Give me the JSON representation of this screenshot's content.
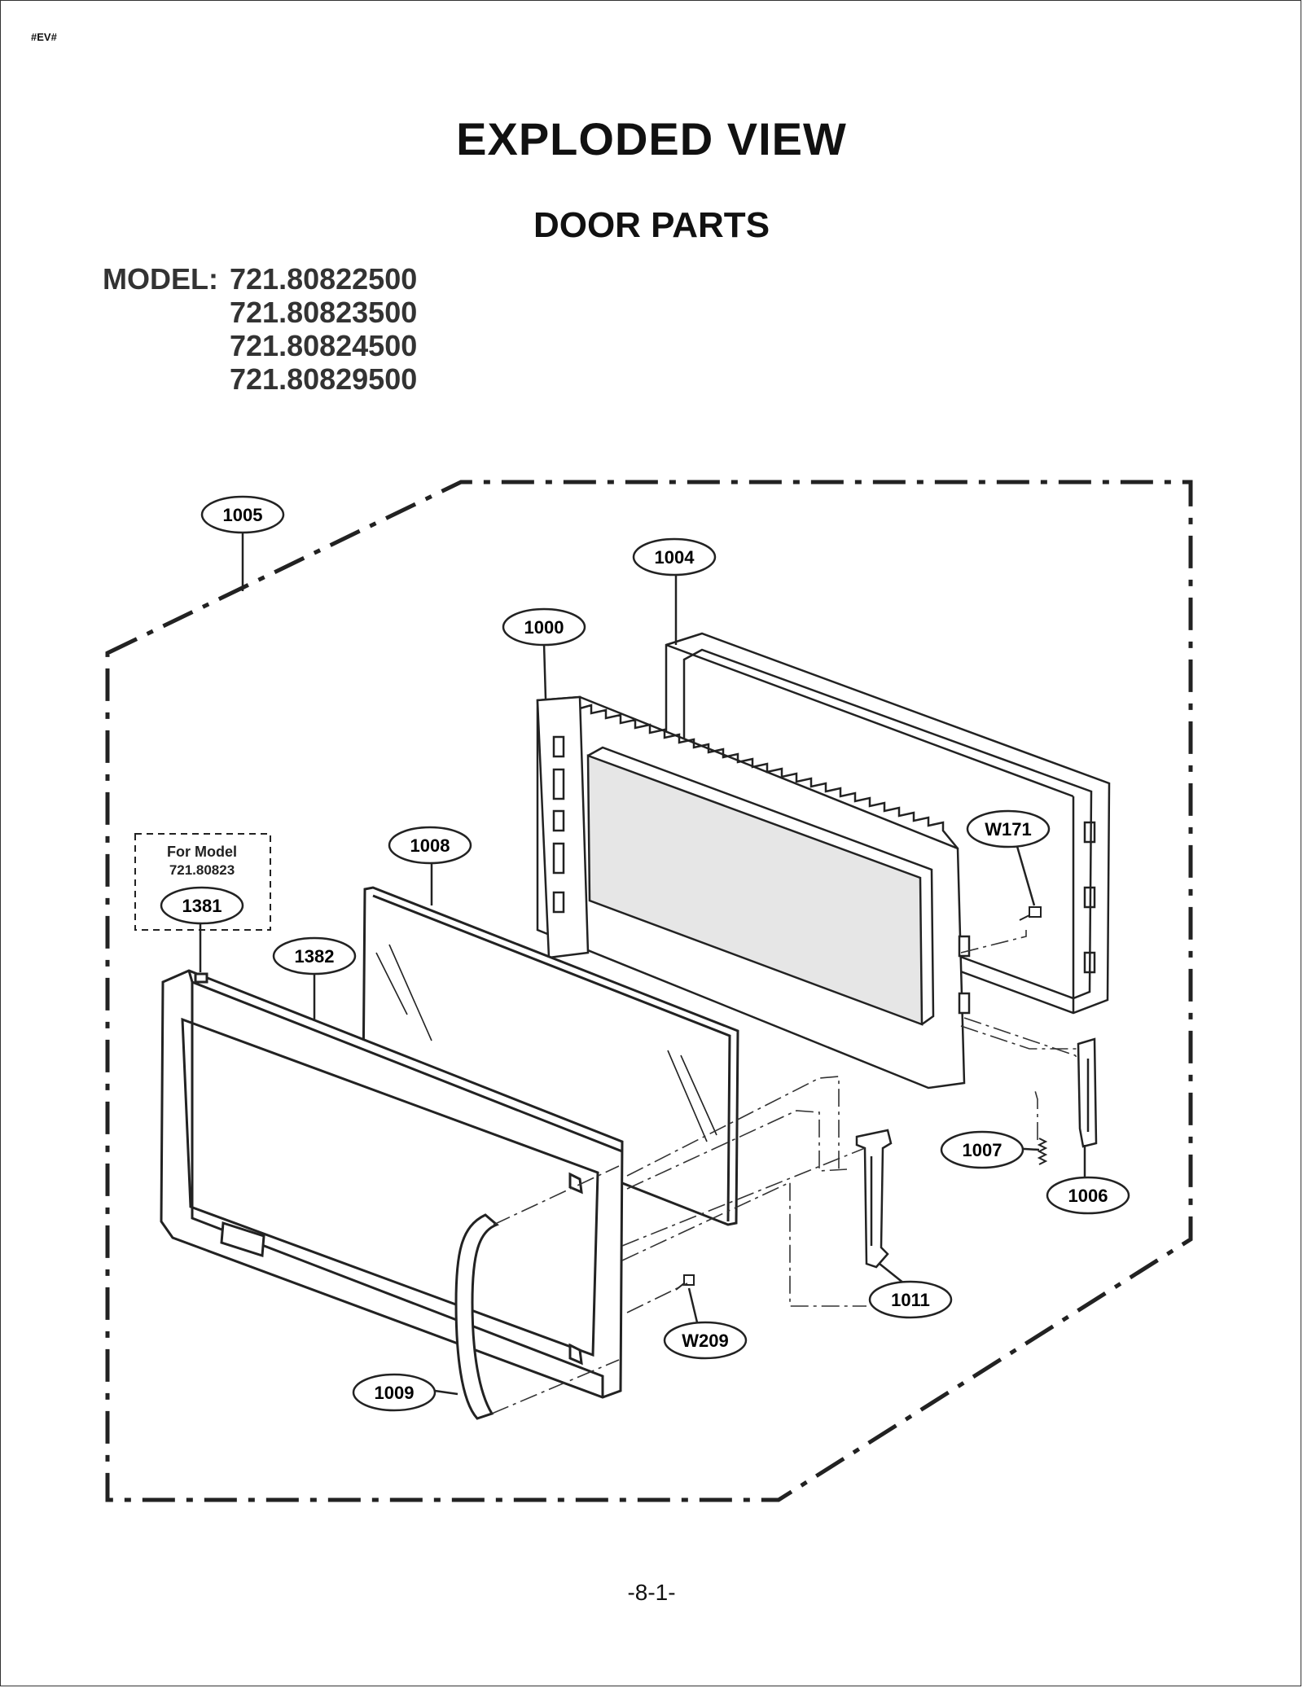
{
  "header": {
    "tag": "#EV#",
    "title": "EXPLODED VIEW",
    "subtitle": "DOOR PARTS"
  },
  "model": {
    "label": "MODEL:",
    "numbers": [
      "721.80822500",
      "721.80823500",
      "721.80824500",
      "721.80829500"
    ]
  },
  "callouts": {
    "c1005": "1005",
    "c1004": "1004",
    "c1000": "1000",
    "cW171": "W171",
    "c1008": "1008",
    "c1381": "1381",
    "c1382": "1382",
    "c1007": "1007",
    "c1006": "1006",
    "c1011": "1011",
    "cW209": "W209",
    "c1009": "1009"
  },
  "note": {
    "line1": "For Model",
    "line2": "721.80823"
  },
  "footer": {
    "page_number": "-8-1-"
  }
}
